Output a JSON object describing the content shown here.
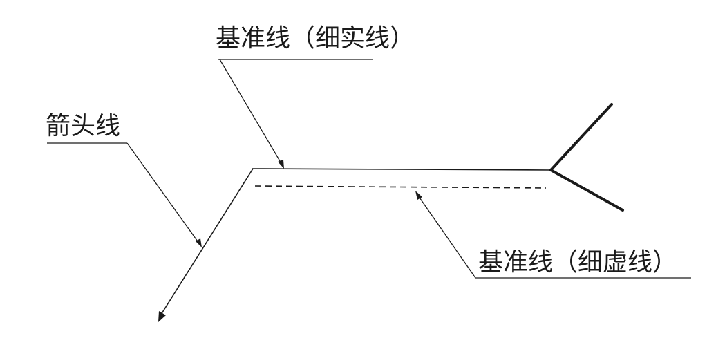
{
  "labels": {
    "reference_line_solid": "基准线（细实线）",
    "arrow_line": "箭头线",
    "reference_line_dashed": "基准线（细虚线）"
  },
  "colors": {
    "line": "#1a1a1a",
    "background": "#ffffff"
  }
}
